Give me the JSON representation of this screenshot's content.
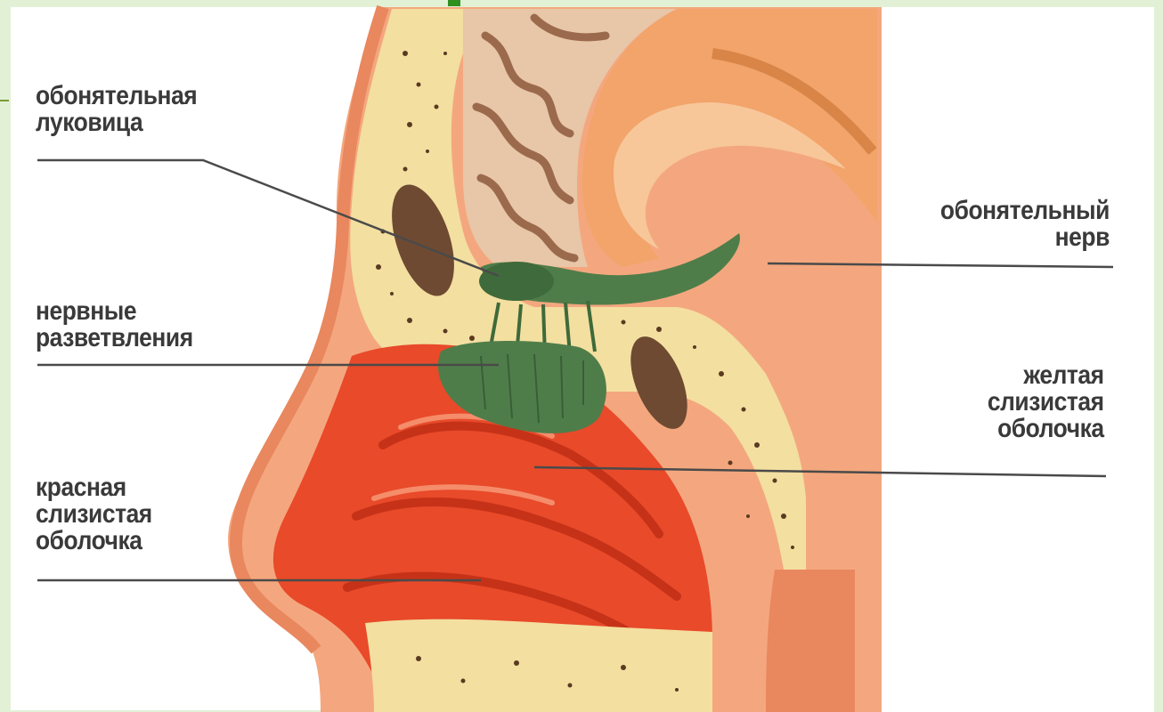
{
  "colors": {
    "background": "#e2f1d6",
    "skin": "#f4a77e",
    "skin_dark": "#e9875e",
    "bone": "#f3dfa0",
    "brain": "#e8c6a8",
    "brain_fold": "#9b6a4c",
    "cerebrum": "#f2a46a",
    "mucosa_red": "#e84a2a",
    "mucosa_deep": "#c63218",
    "nerve_green": "#4f7d4a",
    "sinus": "#6e4a32",
    "line": "#4a4a4a",
    "accent": "#2f8f1f"
  },
  "labels": {
    "olfactory_bulb": [
      "обонятельная",
      "луковица"
    ],
    "olfactory_nerve": [
      "обонятельный",
      "нерв"
    ],
    "nerve_branches": [
      "нервные",
      "разветвления"
    ],
    "yellow_mucosa": [
      "желтая",
      "слизистая",
      "оболочка"
    ],
    "red_mucosa": [
      "красная",
      "слизистая",
      "оболочка"
    ]
  }
}
